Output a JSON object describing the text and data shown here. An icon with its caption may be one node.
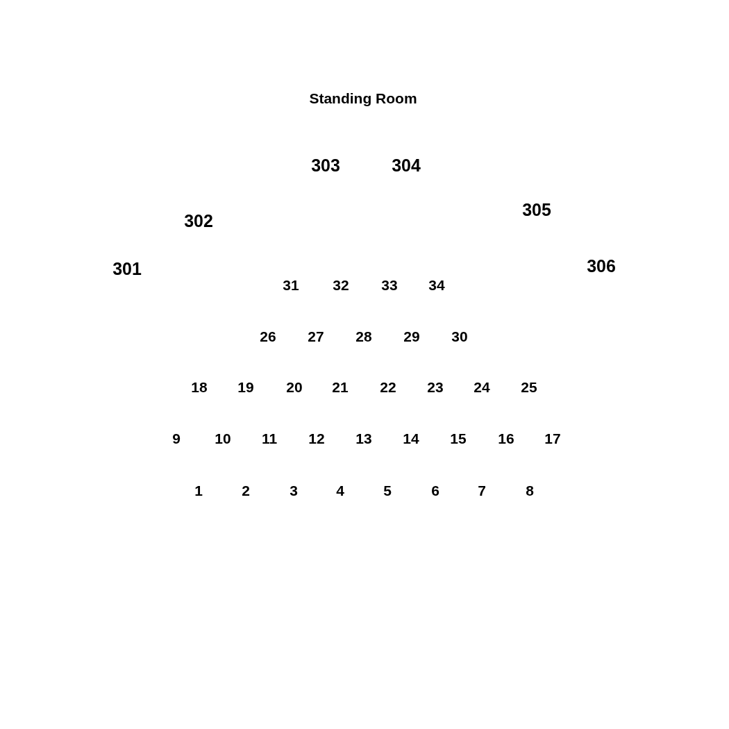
{
  "diagram": {
    "title": "Standing Room",
    "labels": [
      "303",
      "304",
      "302",
      "305",
      "301",
      "306",
      "31",
      "32",
      "33",
      "34",
      "26",
      "27",
      "28",
      "29",
      "30",
      "18",
      "19",
      "20",
      "21",
      "22",
      "23",
      "24",
      "25",
      "9",
      "10",
      "11",
      "12",
      "13",
      "14",
      "15",
      "16",
      "17",
      "1",
      "2",
      "3",
      "4",
      "5",
      "6",
      "7",
      "8"
    ]
  }
}
